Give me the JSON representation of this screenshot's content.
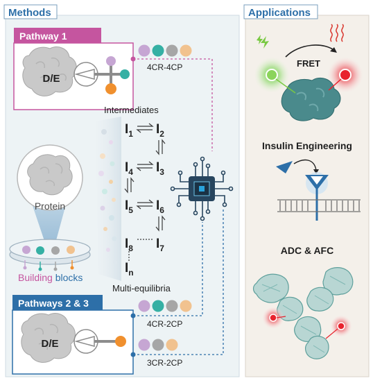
{
  "methods": {
    "title": "Methods",
    "pathway1": {
      "title": "Pathway 1",
      "enzyme_label": "D/E",
      "product": "4CR-4CP"
    },
    "pathways23": {
      "title": "Pathways 2 & 3",
      "enzyme_label": "D/E",
      "product_a": "4CR-2CP",
      "product_b": "3CR-2CP"
    },
    "protein_label": "Protein",
    "building_blocks": {
      "word1": "Building",
      "word2": " blocks"
    },
    "intermediates_title": "Intermediates",
    "multi_equilibria": "Multi-equilibria",
    "intermediates": {
      "i1": "I",
      "i1sub": "1",
      "i2": "I",
      "i2sub": "2",
      "i3": "I",
      "i3sub": "3",
      "i4": "I",
      "i4sub": "4",
      "i5": "I",
      "i5sub": "5",
      "i6": "I",
      "i6sub": "6",
      "i7": "I",
      "i7sub": "7",
      "i8": "I",
      "i8sub": "8",
      "in": "I",
      "insub": "n"
    }
  },
  "applications": {
    "title": "Applications",
    "fret": "FRET",
    "insulin": "Insulin Engineering",
    "adc": "ADC & AFC"
  },
  "colors": {
    "pink": "#c5559f",
    "blue": "#2d6fa8",
    "teal": "#35b0a4",
    "orange": "#f0902e",
    "grey": "#a6a6a6",
    "peach": "#f1c28f",
    "lilac": "#c6a6d3",
    "panel_bg": "#edf3f5"
  }
}
